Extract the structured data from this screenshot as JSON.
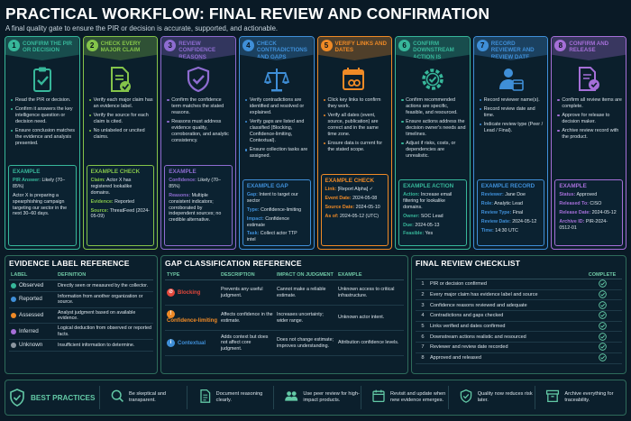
{
  "header": {
    "title": "PRACTICAL WORKFLOW: FINAL REVIEW AND CONFIRMATION",
    "subtitle": "A final quality gate to ensure the PIR or decision is accurate, supported, and actionable."
  },
  "steps": [
    {
      "num": "1",
      "title": "Confirm the PIR or decision",
      "color": "#37b79a",
      "icon": "clipboard-check-icon",
      "bullets": [
        "Read the PIR or decision.",
        "Confirm it answers the key intelligence question or decision need.",
        "Ensure conclusion matches the evidence and analysis presented."
      ],
      "example": {
        "title": "EXAMPLE",
        "lines": [
          {
            "k": "PIR Answer:",
            "v": " Likely (70–85%)"
          },
          {
            "k": "",
            "v": "Actor X is preparing a spearphishing campaign targeting our sector in the next 30–60 days."
          }
        ]
      }
    },
    {
      "num": "2",
      "title": "Check every major claim",
      "color": "#84c44a",
      "icon": "document-check-icon",
      "bullets": [
        "Verify each major claim has an evidence label.",
        "Verify the source for each claim is cited.",
        "No unlabeled or uncited claims."
      ],
      "example": {
        "title": "EXAMPLE CHECK",
        "lines": [
          {
            "k": "Claim:",
            "v": " Actor X has registered lookalike domains."
          },
          {
            "k": "Evidence:",
            "v": " Reported"
          },
          {
            "k": "Source:",
            "v": " ThreatFeed (2024-05-09)"
          }
        ]
      }
    },
    {
      "num": "3",
      "title": "Review confidence reasons",
      "color": "#8e6cd1",
      "icon": "shield-check-icon",
      "bullets": [
        "Confirm the confidence term matches the stated reasons.",
        "Reasons must address evidence quality, corroboration, and analytic consistency."
      ],
      "example": {
        "title": "EXAMPLE",
        "lines": [
          {
            "k": "Confidence:",
            "v": " Likely (70–85%)"
          },
          {
            "k": "Reasons:",
            "v": " Multiple consistent indicators; corroborated by independent sources; no credible alternative."
          }
        ]
      }
    },
    {
      "num": "4",
      "title": "Check contradictions and gaps",
      "color": "#3f8fd8",
      "icon": "balance-scale-icon",
      "bullets": [
        "Verify contradictions are identified and resolved or explained.",
        "Verify gaps are listed and classified (Blocking, Confidence-limiting, Contextual).",
        "Ensure collection tasks are assigned."
      ],
      "example": {
        "title": "EXAMPLE GAP",
        "lines": [
          {
            "k": "Gap:",
            "v": " Intent to target our sector"
          },
          {
            "k": "Type:",
            "v": " Confidence-limiting"
          },
          {
            "k": "Impact:",
            "v": " Confidence estimate"
          },
          {
            "k": "Task:",
            "v": " Collect actor TTP intel"
          }
        ]
      }
    },
    {
      "num": "5",
      "title": "Verify links and dates",
      "color": "#ef8a26",
      "icon": "calendar-link-icon",
      "bullets": [
        "Click key links to confirm they work.",
        "Verify all dates (event, source, publication) are correct and in the same time zone.",
        "Ensure data is current for the stated scope."
      ],
      "example": {
        "title": "EXAMPLE CHECK",
        "lines": [
          {
            "k": "Link:",
            "v": " [Report Alpha] ✓"
          },
          {
            "k": "Event Date:",
            "v": " 2024-05-08"
          },
          {
            "k": "Source Date:",
            "v": " 2024-05-10"
          },
          {
            "k": "As of:",
            "v": " 2024-05-12 (UTC)"
          }
        ]
      }
    },
    {
      "num": "6",
      "title": "Confirm downstream action is realistic",
      "color": "#37b79a",
      "icon": "gear-check-icon",
      "bullets": [
        "Confirm recommended actions are specific, feasible, and resourced.",
        "Ensure actions address the decision owner's needs and timelines.",
        "Adjust if risks, costs, or dependencies are unrealistic."
      ],
      "example": {
        "title": "EXAMPLE ACTION",
        "lines": [
          {
            "k": "Action:",
            "v": " Increase email filtering for lookalike domains."
          },
          {
            "k": "Owner:",
            "v": " SOC Lead"
          },
          {
            "k": "Due:",
            "v": " 2024-05-13"
          },
          {
            "k": "Feasible:",
            "v": " Yes"
          }
        ]
      }
    },
    {
      "num": "7",
      "title": "Record reviewer and review date",
      "color": "#3f8fd8",
      "icon": "user-calendar-icon",
      "bullets": [
        "Record reviewer name(s).",
        "Record review date and time.",
        "Indicate review type (Peer / Lead / Final)."
      ],
      "example": {
        "title": "EXAMPLE RECORD",
        "lines": [
          {
            "k": "Reviewer:",
            "v": " Jane Doe"
          },
          {
            "k": "Role:",
            "v": " Analytic Lead"
          },
          {
            "k": "Review Type:",
            "v": " Final"
          },
          {
            "k": "Review Date:",
            "v": " 2024-05-12"
          },
          {
            "k": "Time:",
            "v": " 14:30 UTC"
          }
        ]
      }
    },
    {
      "num": "8",
      "title": "Confirm and release",
      "color": "#a56fd8",
      "icon": "document-seal-icon",
      "bullets": [
        "Confirm all review items are complete.",
        "Approve for release to decision maker.",
        "Archive review record with the product."
      ],
      "example": {
        "title": "EXAMPLE",
        "lines": [
          {
            "k": "Status:",
            "v": " Approved"
          },
          {
            "k": "Released To:",
            "v": " CISO"
          },
          {
            "k": "Release Date:",
            "v": " 2024-05-12"
          },
          {
            "k": "Archive ID:",
            "v": " PIR-2024-0512-01"
          }
        ]
      }
    }
  ],
  "evidence": {
    "title": "EVIDENCE LABEL REFERENCE",
    "col_label": "LABEL",
    "col_def": "DEFINITION",
    "rows": [
      {
        "label": "Observed",
        "color": "#37b79a",
        "def": "Directly seen or measured by the collector."
      },
      {
        "label": "Reported",
        "color": "#3f8fd8",
        "def": "Information from another organization or source."
      },
      {
        "label": "Assessed",
        "color": "#ef8a26",
        "def": "Analyst judgment based on available evidence."
      },
      {
        "label": "Inferred",
        "color": "#a56fd8",
        "def": "Logical deduction from observed or reported facts."
      },
      {
        "label": "Unknown",
        "color": "#8c96a0",
        "def": "Insufficient information to determine."
      }
    ]
  },
  "gaps": {
    "title": "GAP CLASSIFICATION REFERENCE",
    "cols": [
      "TYPE",
      "DESCRIPTION",
      "IMPACT ON JUDGMENT",
      "EXAMPLE"
    ],
    "rows": [
      {
        "type": "Blocking",
        "color": "#e2473b",
        "glyph": "⊘",
        "desc": "Prevents any useful judgment.",
        "impact": "Cannot make a reliable estimate.",
        "ex": "Unknown access to critical infrastructure."
      },
      {
        "type": "Confidence-limiting",
        "color": "#ef8a26",
        "glyph": "!",
        "desc": "Affects confidence in the estimate.",
        "impact": "Increases uncertainty; wider range.",
        "ex": "Unknown actor intent."
      },
      {
        "type": "Contextual",
        "color": "#3f8fd8",
        "glyph": "i",
        "desc": "Adds context but does not affect core judgment.",
        "impact": "Does not change estimate; improves understanding.",
        "ex": "Attribution confidence levels."
      }
    ]
  },
  "checklist": {
    "title": "FINAL REVIEW CHECKLIST",
    "col_complete": "COMPLETE",
    "items": [
      {
        "n": "1",
        "text": "PIR or decision confirmed"
      },
      {
        "n": "2",
        "text": "Every major claim has evidence label and source"
      },
      {
        "n": "3",
        "text": "Confidence reasons reviewed and adequate"
      },
      {
        "n": "4",
        "text": "Contradictions and gaps checked"
      },
      {
        "n": "5",
        "text": "Links verified and dates confirmed"
      },
      {
        "n": "6",
        "text": "Downstream actions realistic and resourced"
      },
      {
        "n": "7",
        "text": "Reviewer and review date recorded"
      },
      {
        "n": "8",
        "text": "Approved and released"
      }
    ]
  },
  "best": {
    "title": "BEST PRACTICES",
    "items": [
      {
        "icon": "magnifier-icon",
        "text": "Be skeptical and transparent."
      },
      {
        "icon": "document-icon",
        "text": "Document reasoning clearly."
      },
      {
        "icon": "people-icon",
        "text": "Use peer review for high-impact products."
      },
      {
        "icon": "calendar-icon",
        "text": "Revisit and update when new evidence emerges."
      },
      {
        "icon": "shield-icon",
        "text": "Quality now reduces risk later."
      },
      {
        "icon": "archive-icon",
        "text": "Archive everything for traceability."
      }
    ]
  }
}
